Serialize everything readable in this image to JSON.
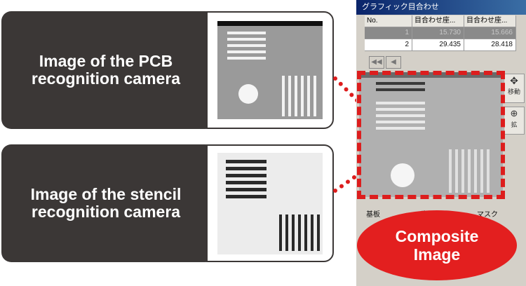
{
  "panels": {
    "pcb": {
      "line1": "Image of the PCB",
      "line2": "recognition camera"
    },
    "stencil": {
      "line1": "Image of the stencil",
      "line2": "recognition camera"
    }
  },
  "window": {
    "title": "グラフィック目合わせ",
    "table": {
      "headers": [
        "No.",
        "目合わせ座...",
        "目合わせ座..."
      ],
      "rows": [
        {
          "no": "1",
          "a": "15.730",
          "b": "15.666",
          "selected": true
        },
        {
          "no": "2",
          "a": "29.435",
          "b": "28.418",
          "selected": false
        }
      ]
    },
    "nav": {
      "first": "◀◀",
      "prev": "◀"
    },
    "side_buttons": {
      "move_label": "移動",
      "other_label": "拡"
    },
    "bottom_labels": {
      "left": "基板",
      "middle": "半透明",
      "right": "マスク"
    }
  },
  "badge": {
    "line1": "Composite",
    "line2": "Image"
  },
  "colors": {
    "panel_bg": "#3b3736",
    "accent_red": "#e31f1f"
  }
}
